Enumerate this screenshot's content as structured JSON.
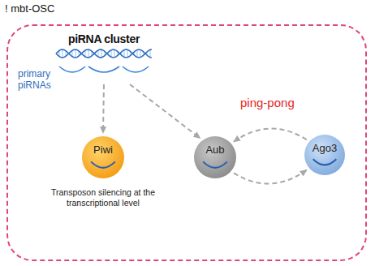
{
  "diagram": {
    "nodes": [
      {
        "text": [
          "! mbt-OSC"
        ]
      },
      {
        "text": [
          "piRNA cluster"
        ],
        "in": 0
      },
      {
        "text": [
          "Piwi"
        ],
        "in": 0
      },
      {
        "text": [
          "Aub"
        ],
        "in": 0
      },
      {
        "text": [
          "Ago3"
        ],
        "in": 0
      }
    ],
    "edges": [
      {
        "from": 1,
        "to": 2,
        "arrow": "to"
      },
      {
        "from": 1,
        "to": 3,
        "arrow": "to"
      },
      {
        "from": 3,
        "to": 4,
        "arrow": "to"
      },
      {
        "from": 4,
        "to": 3,
        "arrow": "to"
      }
    ],
    "labels": [
      "primary piRNAs",
      "ping-pong",
      "Transposon silencing at the transcriptional level"
    ]
  }
}
